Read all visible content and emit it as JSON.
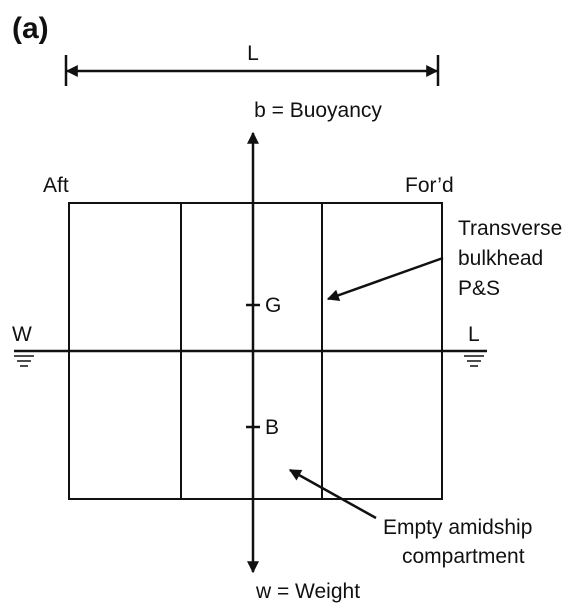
{
  "panel_label": "(a)",
  "length_label": "L",
  "buoyancy_label": "b = Buoyancy",
  "weight_label": "w = Weight",
  "aft_label": "Aft",
  "ford_label": "For’d",
  "waterline": {
    "left_label": "W",
    "right_label": "L"
  },
  "points": {
    "g_label": "G",
    "b_label": "B"
  },
  "bulkhead_callout": [
    "Transverse",
    "bulkhead",
    "P&S"
  ],
  "compartment_callout": [
    "Empty amidship",
    "compartment"
  ],
  "colors": {
    "ink": "#111111",
    "background": "#ffffff"
  }
}
